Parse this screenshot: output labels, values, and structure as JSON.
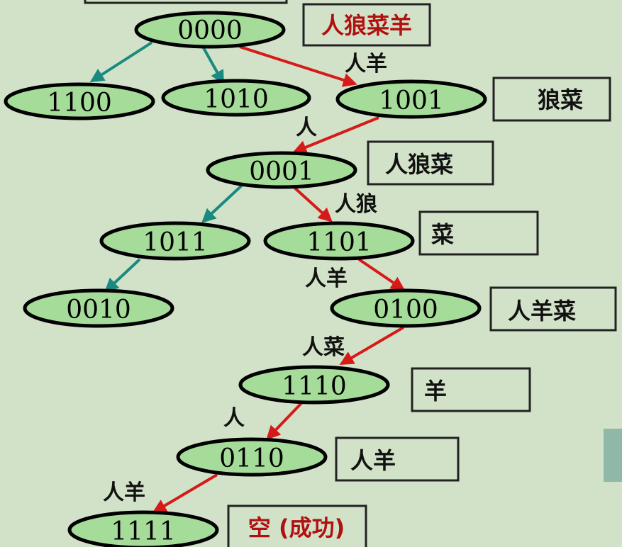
{
  "colors": {
    "node_fill": "#a6dc9a",
    "node_stroke": "#000000",
    "path_edge": "#d61a1a",
    "branch_edge": "#1a8a80",
    "box_stroke": "#222222",
    "highlight_text": "#b01010",
    "side_tab": "#8fb8a8"
  },
  "nodes": {
    "n0000": "0000",
    "n1100": "1100",
    "n1010": "1010",
    "n1001": "1001",
    "n0001": "0001",
    "n1011": "1011",
    "n1101": "1101",
    "n0010": "0010",
    "n0100": "0100",
    "n1110": "1110",
    "n0110": "0110",
    "n1111": "1111"
  },
  "state_boxes": {
    "b0000": "人狼菜羊",
    "b1001": "狼菜",
    "b0001": "人狼菜",
    "b1101": "菜",
    "b0100": "人羊菜",
    "b1110": "羊",
    "b0110": "人羊",
    "b1111": "空 (成功)"
  },
  "edge_labels": {
    "e0000_1001": "人羊",
    "e1001_0001": "人",
    "e0001_1101": "人狼",
    "e1101_0100": "人羊",
    "e0100_1110": "人菜",
    "e1110_0110": "人",
    "e0110_1111": "人羊"
  }
}
